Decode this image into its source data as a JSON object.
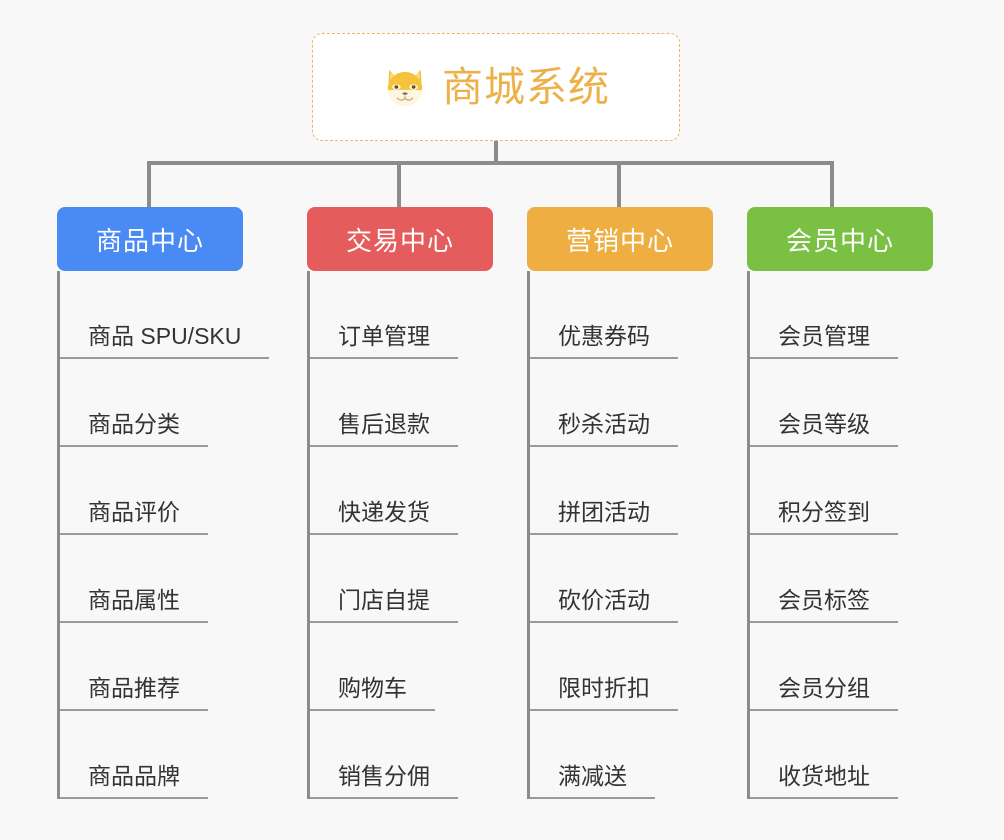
{
  "root": {
    "title": "商城系统",
    "icon": "shiba-dog-face-icon",
    "border_color": "#e8b863",
    "text_color": "#edb14a",
    "background": "#ffffff"
  },
  "canvas": {
    "background": "#f8f8f8",
    "connector_color": "#8c8c8c"
  },
  "columns": [
    {
      "id": "product-center",
      "title": "商品中心",
      "color": "#4a8af4",
      "items": [
        "商品 SPU/SKU",
        "商品分类",
        "商品评价",
        "商品属性",
        "商品推荐",
        "商品品牌"
      ]
    },
    {
      "id": "trade-center",
      "title": "交易中心",
      "color": "#e45c5c",
      "items": [
        "订单管理",
        "售后退款",
        "快递发货",
        "门店自提",
        "购物车",
        "销售分佣"
      ]
    },
    {
      "id": "marketing-center",
      "title": "营销中心",
      "color": "#eeae42",
      "items": [
        "优惠券码",
        "秒杀活动",
        "拼团活动",
        "砍价活动",
        "限时折扣",
        "满减送"
      ]
    },
    {
      "id": "member-center",
      "title": "会员中心",
      "color": "#7ac143",
      "items": [
        "会员管理",
        "会员等级",
        "积分签到",
        "会员标签",
        "会员分组",
        "收货地址"
      ]
    }
  ]
}
